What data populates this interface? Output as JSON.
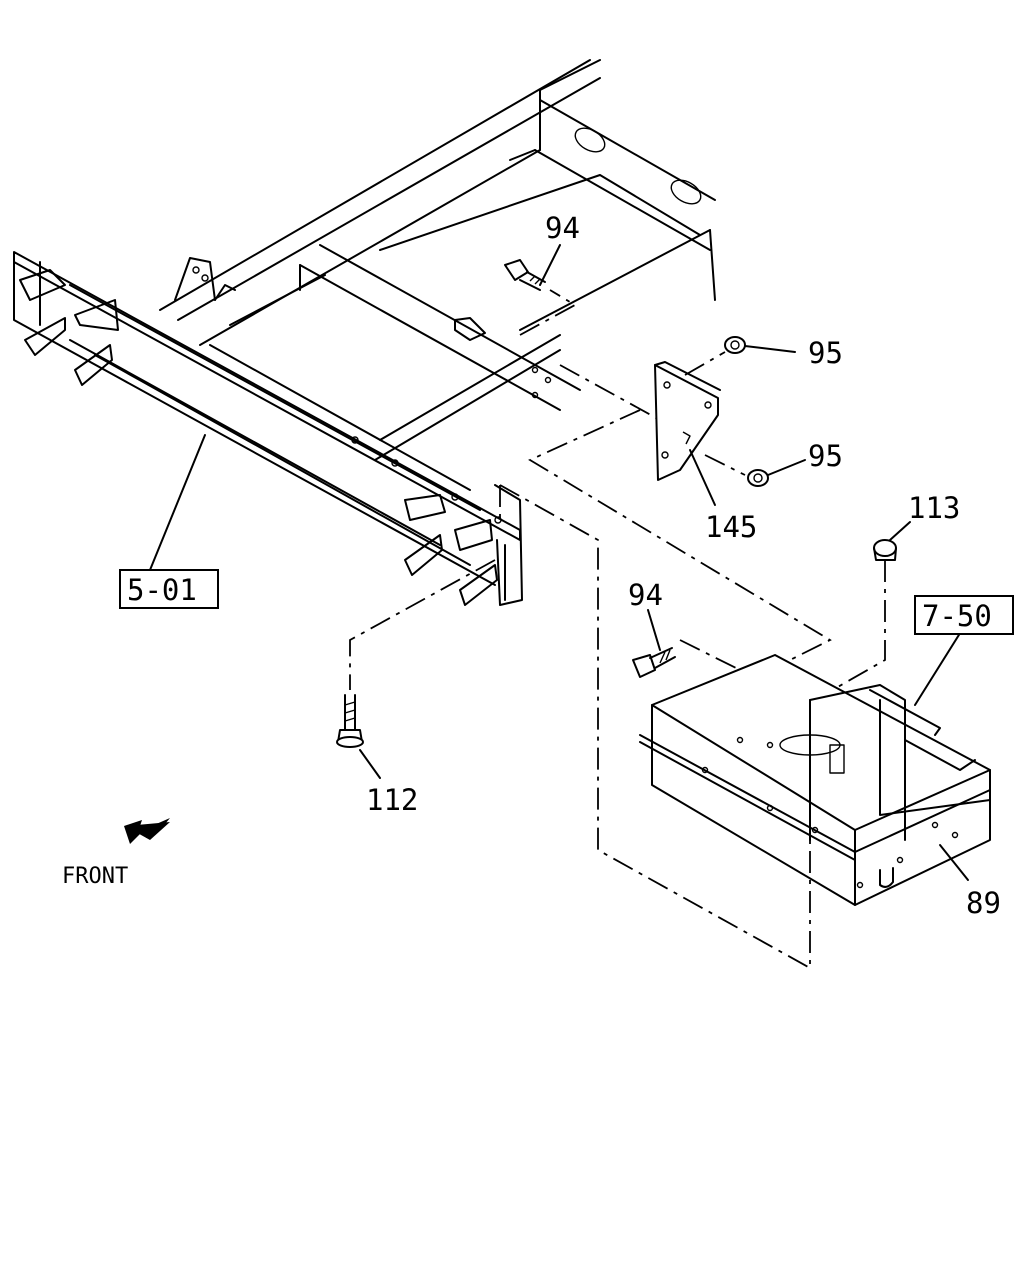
{
  "callouts": {
    "c94_top": "94",
    "c95_a": "95",
    "c95_b": "95",
    "c145": "145",
    "c113": "113",
    "c94_mid": "94",
    "c112": "112",
    "c89": "89"
  },
  "ref_boxes": {
    "frame": "5-01",
    "battery": "7-50"
  },
  "direction": {
    "label": "FRONT",
    "icon": "front-arrow-icon"
  }
}
